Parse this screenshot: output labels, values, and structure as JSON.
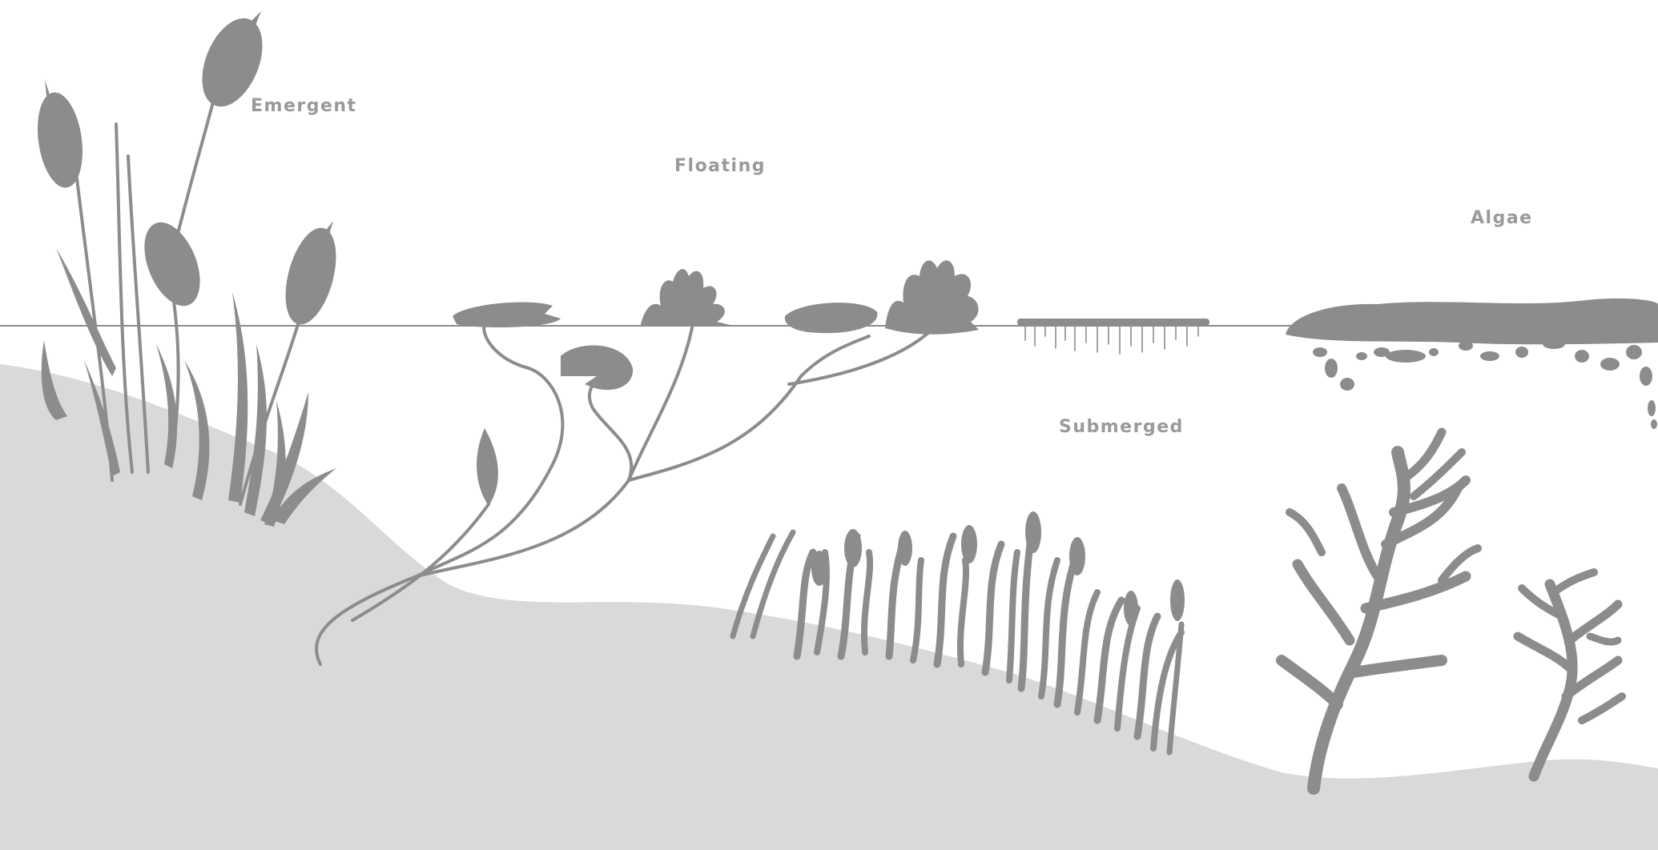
{
  "labels": {
    "emergent": "Emergent",
    "floating": "Floating",
    "algae": "Algae",
    "submerged": "Submerged"
  },
  "colors": {
    "plant": "#8c8c8c",
    "sediment": "#d9d9d9",
    "water_line": "#8c8c8c",
    "label": "#9a9a9a",
    "background": "#ffffff"
  }
}
